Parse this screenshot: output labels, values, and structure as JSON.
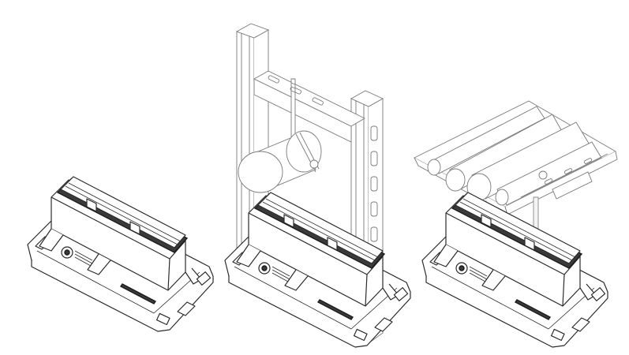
{
  "figure": {
    "panels": [
      {
        "id": "panel-1",
        "content": "base"
      },
      {
        "id": "panel-2",
        "content": "base-with-strut-and-pipe"
      },
      {
        "id": "panel-3",
        "content": "base-with-tray-and-pipes"
      }
    ],
    "logo_lines": [
      "",
      ""
    ],
    "colors": {
      "line": "#2b2b2b",
      "fill": "#ffffff",
      "accent": "#3a3a3a",
      "secondary": "#7a7a7a"
    }
  }
}
